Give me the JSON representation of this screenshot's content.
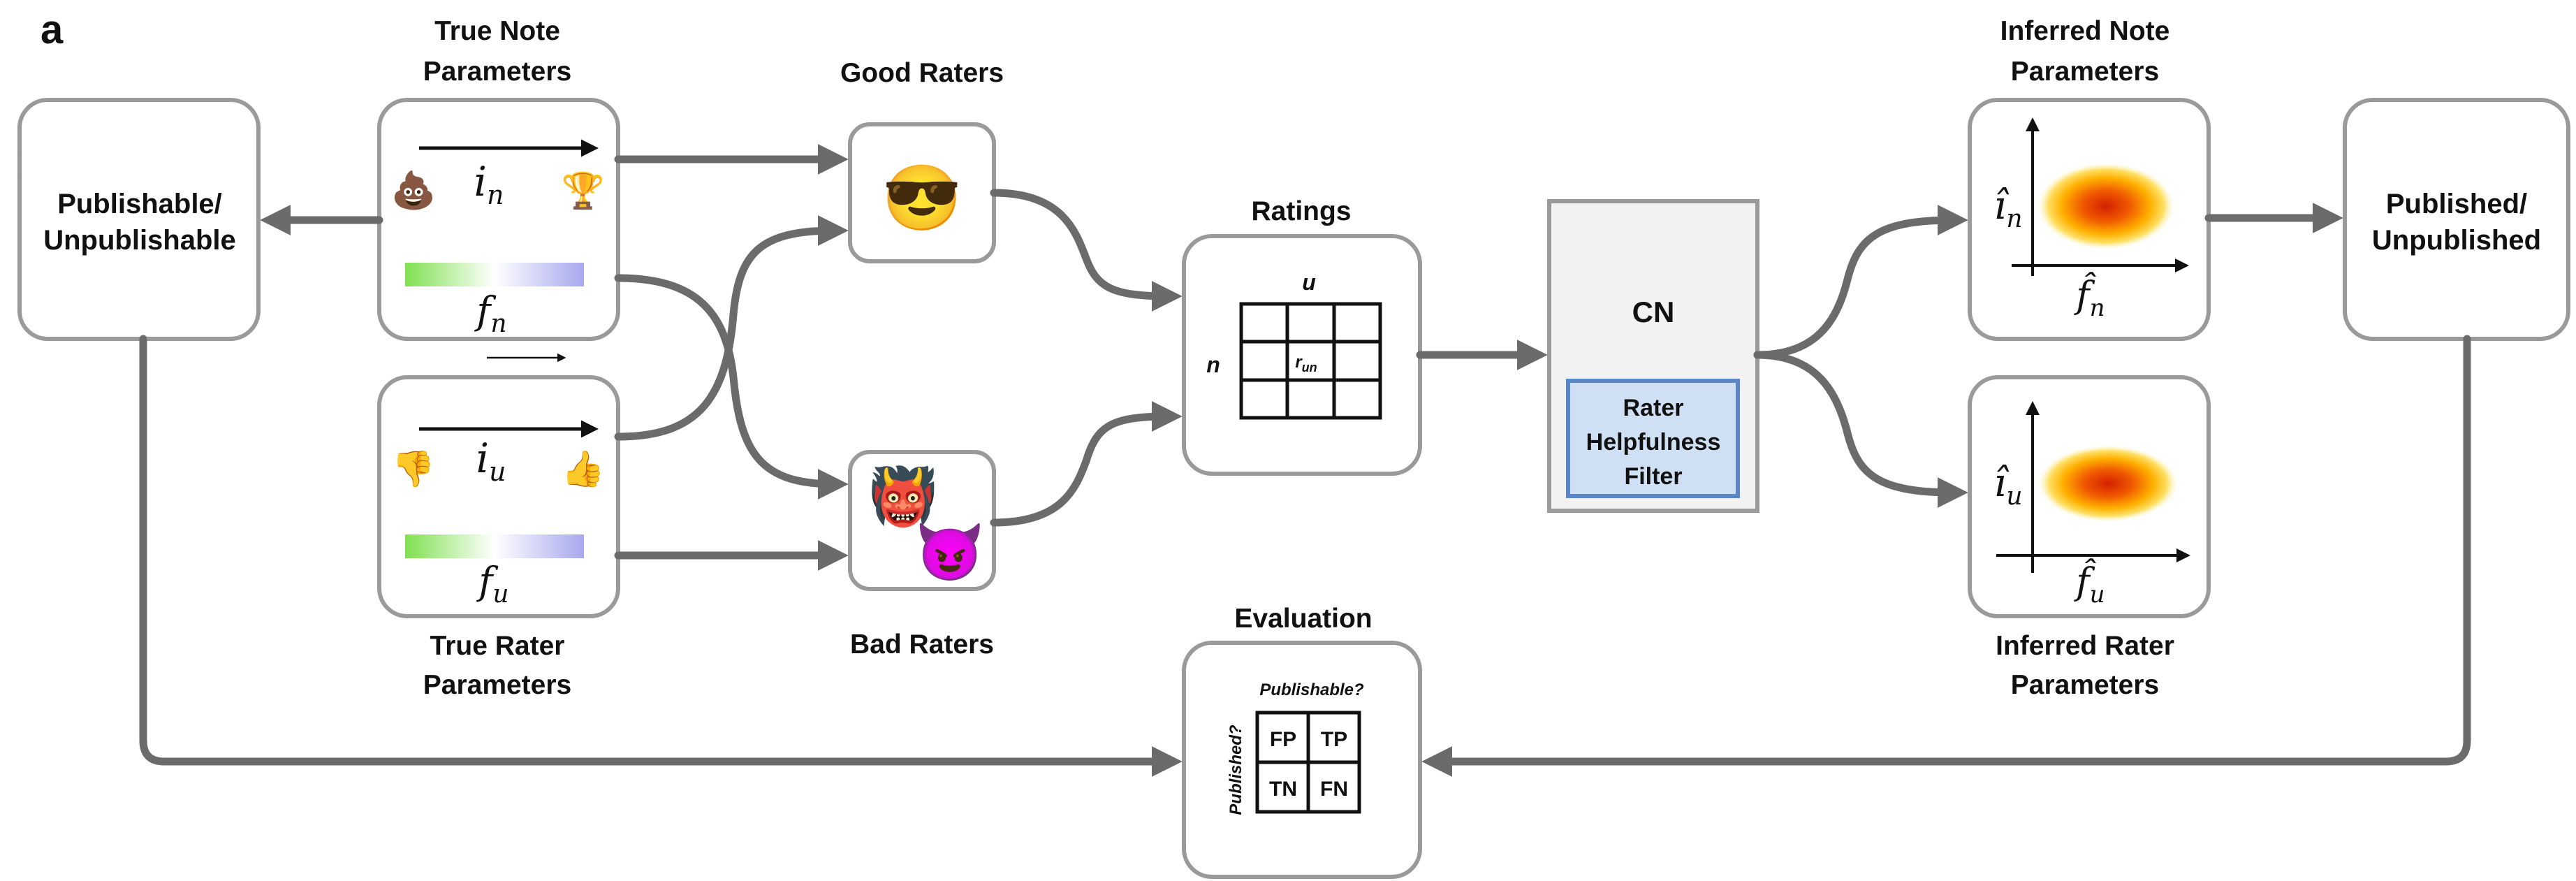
{
  "panel_letter": "a",
  "publishable_box": {
    "line1": "Publishable/",
    "line2": "Unpublishable"
  },
  "true_note": {
    "title1": "True Note",
    "title2": "Parameters",
    "i_var": "i",
    "i_sub": "n",
    "f_var": "f",
    "f_sub": "n",
    "left_emoji": "💩",
    "right_emoji": "🏆"
  },
  "true_rater": {
    "title1": "True Rater",
    "title2": "Parameters",
    "i_var": "i",
    "i_sub": "u",
    "f_var": "f",
    "f_sub": "u",
    "left_emoji": "👎",
    "right_emoji": "👍"
  },
  "good_raters": {
    "title": "Good Raters",
    "emoji": "😎"
  },
  "bad_raters": {
    "title": "Bad Raters",
    "emoji1": "👹",
    "emoji2": "😈"
  },
  "ratings": {
    "title": "Ratings",
    "col_label": "u",
    "row_label": "n",
    "cell_var": "r",
    "cell_sub": "un"
  },
  "cn": {
    "title": "CN",
    "filter_line1": "Rater",
    "filter_line2": "Helpfulness",
    "filter_line3": "Filter"
  },
  "inferred_note": {
    "title1": "Inferred Note",
    "title2": "Parameters",
    "y_var": "î",
    "y_sub": "n",
    "x_var": "f̂",
    "x_sub": "n"
  },
  "inferred_rater": {
    "title1": "Inferred Rater",
    "title2": "Parameters",
    "y_var": "î",
    "y_sub": "u",
    "x_var": "f̂",
    "x_sub": "u"
  },
  "published_box": {
    "line1": "Published/",
    "line2": "Unpublished"
  },
  "evaluation": {
    "title": "Evaluation",
    "col_label": "Publishable?",
    "row_label": "Published?",
    "cells": [
      "FP",
      "TP",
      "TN",
      "FN"
    ]
  },
  "colors": {
    "arrow": "#6b6b6b",
    "box_border": "#9a9a9a",
    "cn_fill": "#f2f2f2",
    "filter_fill": "#cfe0f5",
    "filter_border": "#5b86c5",
    "gradient_green": "#80e050",
    "gradient_purple": "#a8a8ee"
  }
}
